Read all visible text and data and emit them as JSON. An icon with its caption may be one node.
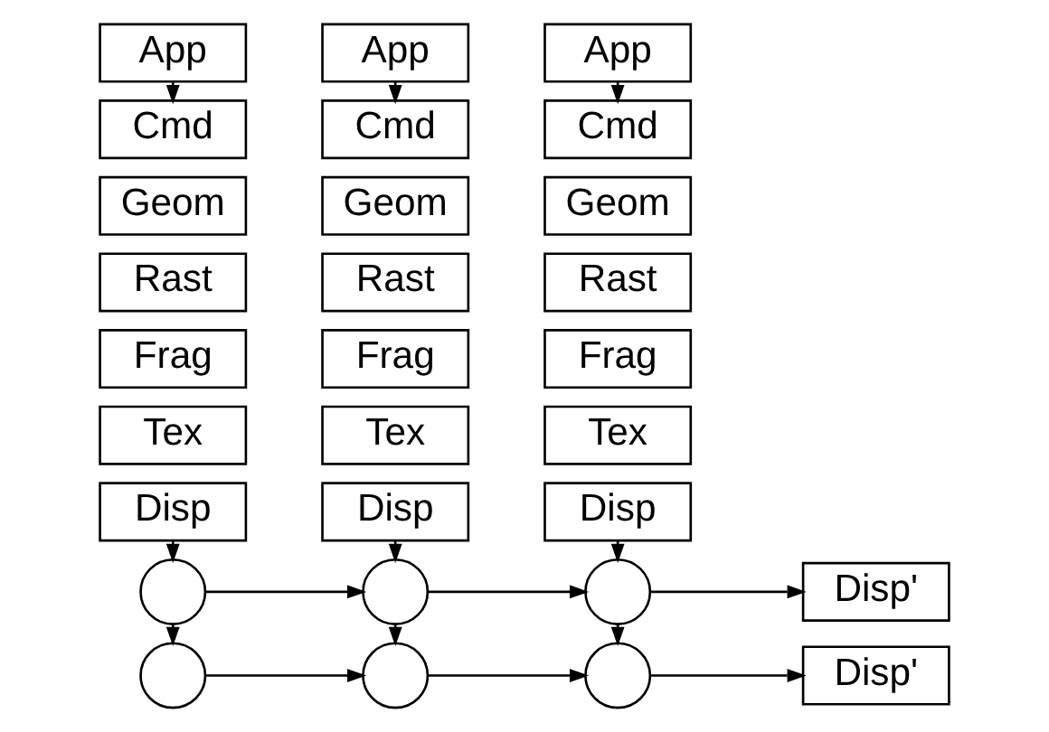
{
  "diagram": {
    "nodes": [
      {
        "text": [
          "App"
        ]
      },
      {
        "text": [
          "Cmd"
        ]
      },
      {
        "text": [
          "Geom"
        ]
      },
      {
        "text": [
          "Rast"
        ]
      },
      {
        "text": [
          "Frag"
        ]
      },
      {
        "text": [
          "Tex"
        ]
      },
      {
        "text": [
          "Disp"
        ]
      },
      {
        "text": [
          "App"
        ]
      },
      {
        "text": [
          "Cmd"
        ]
      },
      {
        "text": [
          "Geom"
        ]
      },
      {
        "text": [
          "Rast"
        ]
      },
      {
        "text": [
          "Frag"
        ]
      },
      {
        "text": [
          "Tex"
        ]
      },
      {
        "text": [
          "Disp"
        ]
      },
      {
        "text": [
          "App"
        ]
      },
      {
        "text": [
          "Cmd"
        ]
      },
      {
        "text": [
          "Geom"
        ]
      },
      {
        "text": [
          "Rast"
        ]
      },
      {
        "text": [
          "Frag"
        ]
      },
      {
        "text": [
          "Tex"
        ]
      },
      {
        "text": [
          "Disp"
        ]
      },
      {
        "text": [],
        "shape": "circle"
      },
      {
        "text": [],
        "shape": "circle"
      },
      {
        "text": [],
        "shape": "circle"
      },
      {
        "text": [
          "Disp'"
        ]
      },
      {
        "text": [],
        "shape": "circle"
      },
      {
        "text": [],
        "shape": "circle"
      },
      {
        "text": [],
        "shape": "circle"
      },
      {
        "text": [
          "Disp'"
        ]
      }
    ],
    "edges": [
      {
        "from": 0,
        "to": 1,
        "arrow": "to"
      },
      {
        "from": 7,
        "to": 8,
        "arrow": "to"
      },
      {
        "from": 14,
        "to": 15,
        "arrow": "to"
      },
      {
        "from": 6,
        "to": 21,
        "arrow": "to"
      },
      {
        "from": 13,
        "to": 22,
        "arrow": "to"
      },
      {
        "from": 20,
        "to": 23,
        "arrow": "to"
      },
      {
        "from": 21,
        "to": 22,
        "arrow": "to"
      },
      {
        "from": 22,
        "to": 23,
        "arrow": "to"
      },
      {
        "from": 23,
        "to": 24,
        "arrow": "to"
      },
      {
        "from": 21,
        "to": 25,
        "arrow": "to"
      },
      {
        "from": 22,
        "to": 26,
        "arrow": "to"
      },
      {
        "from": 23,
        "to": 27,
        "arrow": "to"
      },
      {
        "from": 25,
        "to": 26,
        "arrow": "to"
      },
      {
        "from": 26,
        "to": 27,
        "arrow": "to"
      },
      {
        "from": 27,
        "to": 28,
        "arrow": "to"
      }
    ]
  }
}
